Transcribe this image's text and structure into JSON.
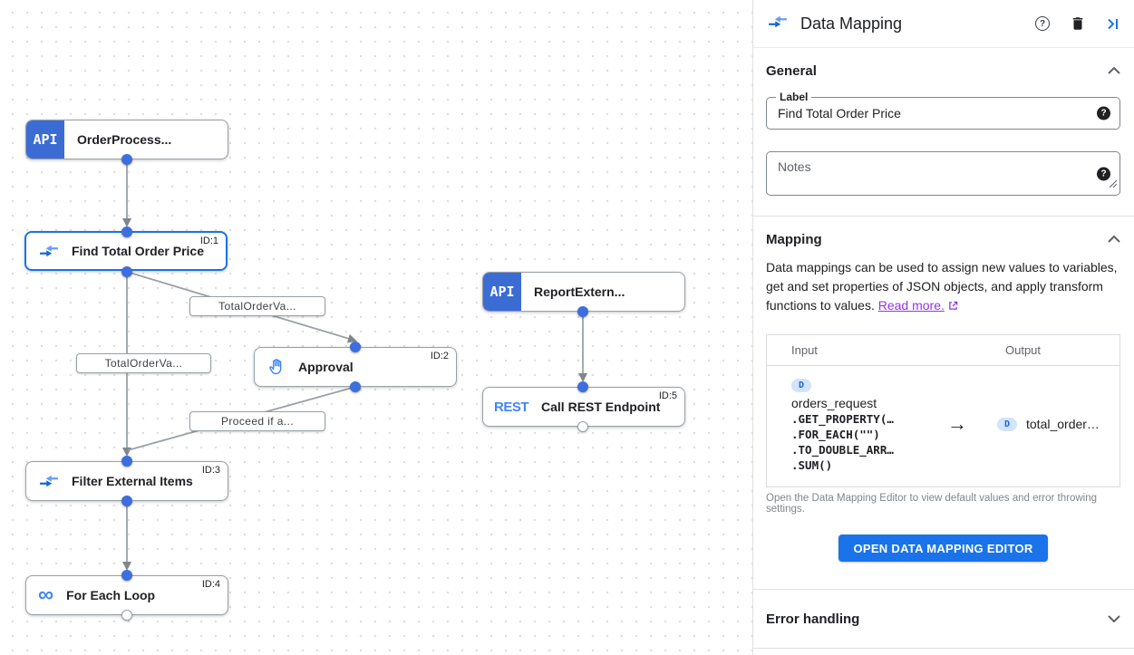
{
  "canvas": {
    "nodes": {
      "order_process": {
        "label": "OrderProcess...",
        "badge": "API"
      },
      "find_total": {
        "label": "Find Total Order Price",
        "id": "ID:1"
      },
      "approval": {
        "label": "Approval",
        "id": "ID:2"
      },
      "report_extern": {
        "label": "ReportExtern...",
        "badge": "API"
      },
      "call_rest": {
        "label": "Call REST Endpoint",
        "id": "ID:5",
        "badge": "REST"
      },
      "filter_items": {
        "label": "Filter External Items",
        "id": "ID:3"
      },
      "for_each": {
        "label": "For Each Loop",
        "id": "ID:4"
      }
    },
    "edge_labels": {
      "total_order_1": "TotalOrderVa...",
      "total_order_2": "TotalOrderVa...",
      "proceed": "Proceed if a..."
    }
  },
  "panel": {
    "title": "Data Mapping",
    "general": {
      "heading": "General",
      "label_field": {
        "label": "Label",
        "value": "Find Total Order Price"
      },
      "notes_field": {
        "placeholder": "Notes"
      }
    },
    "mapping": {
      "heading": "Mapping",
      "description": "Data mappings can be used to assign new values to variables, get and set properties of JSON objects, and apply transform functions to values.",
      "read_more": "Read more.",
      "table": {
        "input_header": "Input",
        "output_header": "Output",
        "input": {
          "chip": "D",
          "variable": "orders_request",
          "functions": [
            ".GET_PROPERTY(…",
            ".FOR_EACH(\"\")",
            ".TO_DOUBLE_ARR…",
            ".SUM()"
          ]
        },
        "output": {
          "chip": "D",
          "variable": "total_order…"
        }
      },
      "hint": "Open the Data Mapping Editor to view default values and error throwing settings.",
      "open_editor_button": "OPEN DATA MAPPING EDITOR"
    },
    "error_handling": {
      "heading": "Error handling"
    }
  },
  "colors": {
    "accent": "#1a73e8",
    "node_badge_blue": "#3b6cd4",
    "connection_dot_blue": "#3d6ede",
    "link_purple": "#9334e6",
    "chip_bg": "#d2e3fc",
    "chip_text": "#1967d2"
  }
}
